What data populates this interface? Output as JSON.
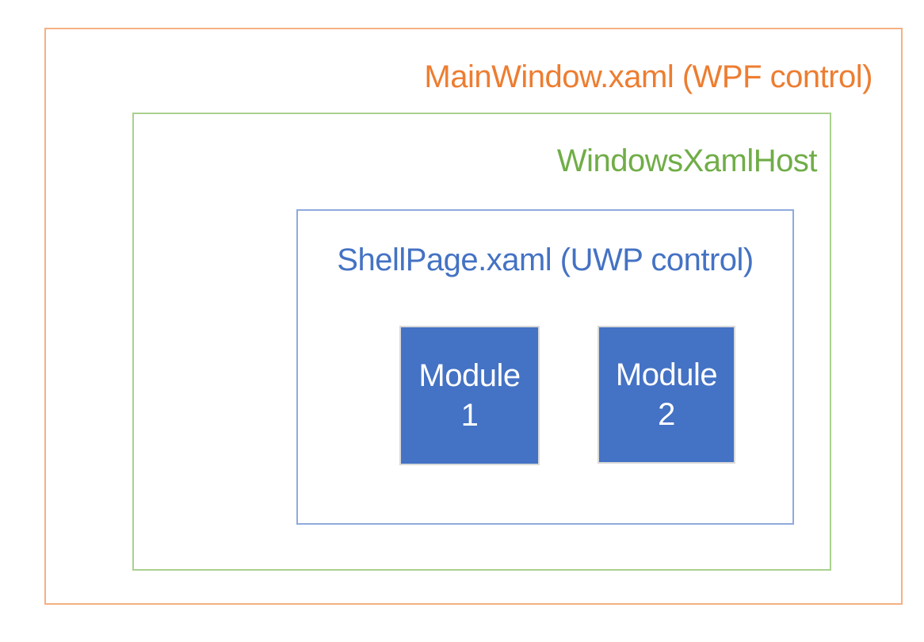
{
  "diagram": {
    "outer": {
      "label": "MainWindow.xaml (WPF control)",
      "text_color": "#ED7D31",
      "border_color": "#F4B183"
    },
    "host": {
      "label": "WindowsXamlHost",
      "text_color": "#70AD47",
      "border_color": "#A9D18E"
    },
    "shell": {
      "label": "ShellPage.xaml (UWP control)",
      "text_color": "#4472C4",
      "border_color": "#8FAADC"
    },
    "modules": [
      {
        "line1": "Module",
        "line2": "1",
        "fill": "#4472C4",
        "border_color": "#D9D9D9",
        "text_color": "#FFFFFF"
      },
      {
        "line1": "Module",
        "line2": "2",
        "fill": "#4472C4",
        "border_color": "#D9D9D9",
        "text_color": "#FFFFFF"
      }
    ],
    "background_color": "#FFFFFF"
  }
}
